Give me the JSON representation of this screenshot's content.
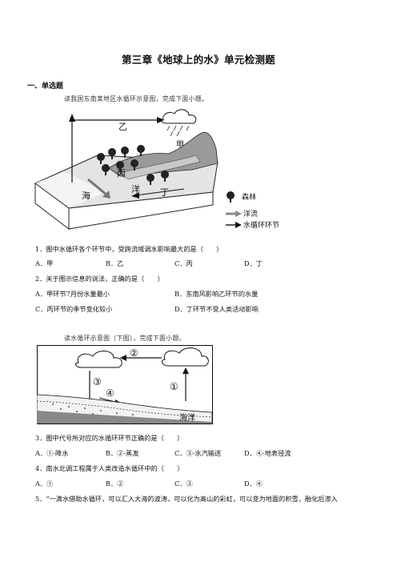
{
  "title": "第三章《地球上的水》单元检测题",
  "section": "一、单选题",
  "prompt1": "读我国东南某地区水循环示意图，完成下面小题。",
  "diagram1": {
    "labels": {
      "yi": "乙",
      "jia": "甲",
      "bing": "丙",
      "hai": "海",
      "yang": "洋",
      "ding": "丁"
    },
    "legend": {
      "forest": "森林",
      "current": "洋流",
      "cycle": "水循环环节"
    }
  },
  "q1": {
    "stem": "1．图中水循环各个环节中，受跨流域调水影响最大的是（　　）",
    "options": [
      "A．甲",
      "B．乙",
      "C．丙",
      "D．丁"
    ]
  },
  "q2": {
    "stem": "2．关于图示信息的说法，正确的是（　　）",
    "options": [
      "A．甲环节7月份水量最小",
      "B．东南风影响乙环节的水量",
      "C．丙环节的季节变化较小",
      "D．丁环节不受人类活动影响"
    ]
  },
  "prompt2": "读水循环示意图（下图），完成下面小题。",
  "diagram2": {
    "labels": {
      "n1": "①",
      "n2": "②",
      "n3": "③",
      "n4": "④",
      "ocean": "海洋"
    }
  },
  "q3": {
    "stem": "3．图中代号所对应的水循环环节正确的是（　　）",
    "options": [
      "A．①-降水",
      "B．②-蒸发",
      "C．③-水汽输送",
      "D．④-地表径流"
    ]
  },
  "q4": {
    "stem": "4．南水北调工程属于人类改造水循环中的（　　）",
    "options": [
      "A．①",
      "B．②",
      "C．③",
      "D．④"
    ]
  },
  "q5": {
    "stem": "5．“一滴水借助水循环，可以汇入大海的波涛，可以化为高山的彩虹，可以变为地面的积雪，融化后渗入"
  }
}
